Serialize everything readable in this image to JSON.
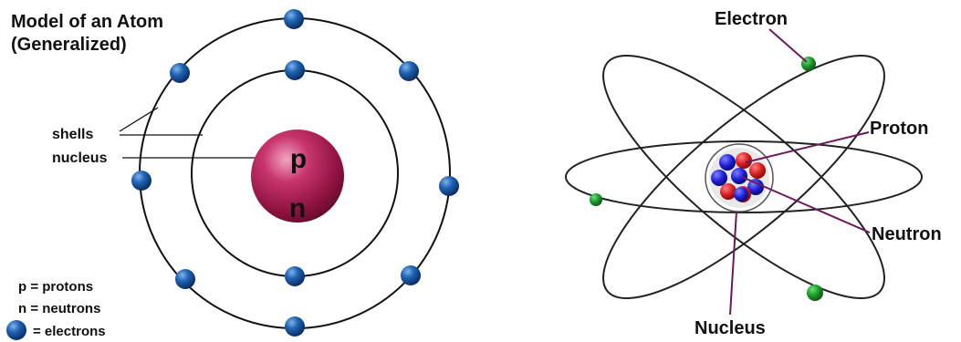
{
  "left_diagram": {
    "title_line1": "Model of an Atom",
    "title_line2": "(Generalized)",
    "label_shells": "shells",
    "label_nucleus": "nucleus",
    "nucleus_p": "p",
    "nucleus_n": "n",
    "legend": {
      "protons": "p = protons",
      "neutrons": "n = neutrons",
      "electrons": "= electrons"
    }
  },
  "right_diagram": {
    "label_electron": "Electron",
    "label_proton": "Proton",
    "label_neutron": "Neutron",
    "label_nucleus": "Nucleus"
  },
  "colors": {
    "electron_blue": "#1f63b3",
    "nucleus_crimson": "#a8194a",
    "electron_green": "#1a9a2a",
    "proton_red": "#d81e1e",
    "neutron_blue": "#1e1ed8",
    "leader_purple": "#6b1a5c"
  }
}
